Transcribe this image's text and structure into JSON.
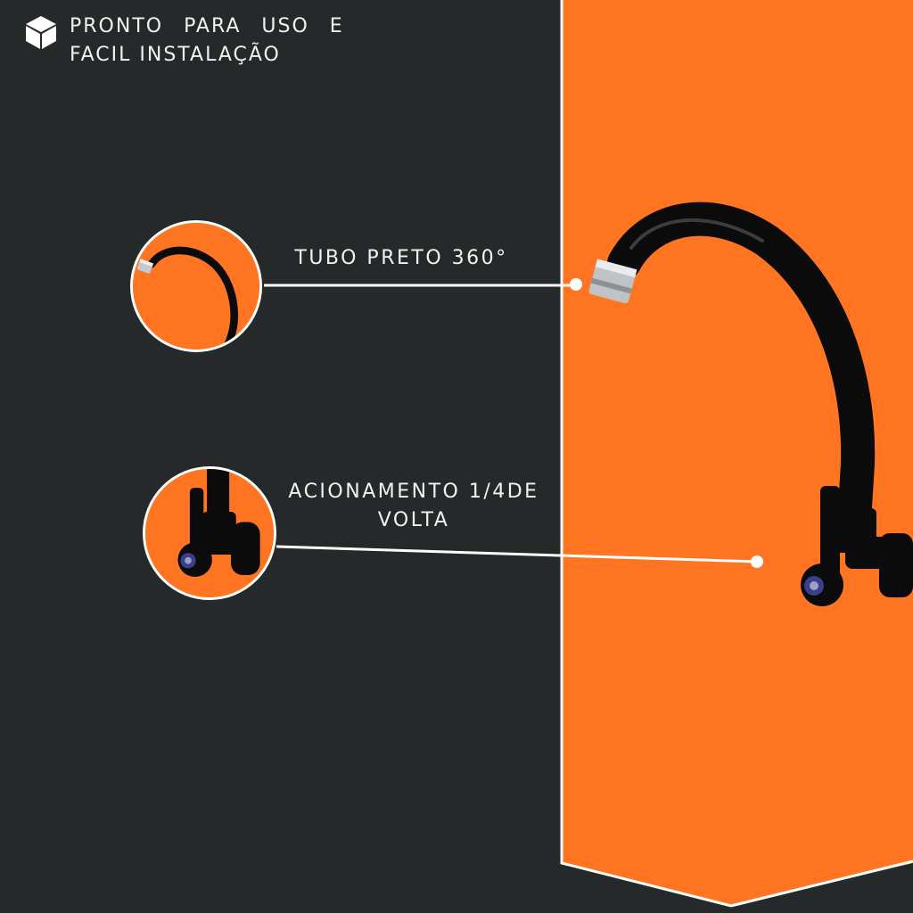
{
  "header": {
    "icon": "box-icon",
    "line1": "PRONTO  PARA  USO  E",
    "line2": "FACIL INSTALAÇÃO"
  },
  "callouts": [
    {
      "label": "TUBO PRETO 360°",
      "icon": "spout-zoom-image"
    },
    {
      "label_line1": "ACIONAMENTO 1/4DE",
      "label_line2": "VOLTA",
      "icon": "valve-zoom-image"
    }
  ],
  "colors": {
    "background": "#25292a",
    "accent": "#ff7521",
    "text": "#f2f2f2",
    "line": "#ffffff",
    "faucet": "#0b0b0c"
  }
}
